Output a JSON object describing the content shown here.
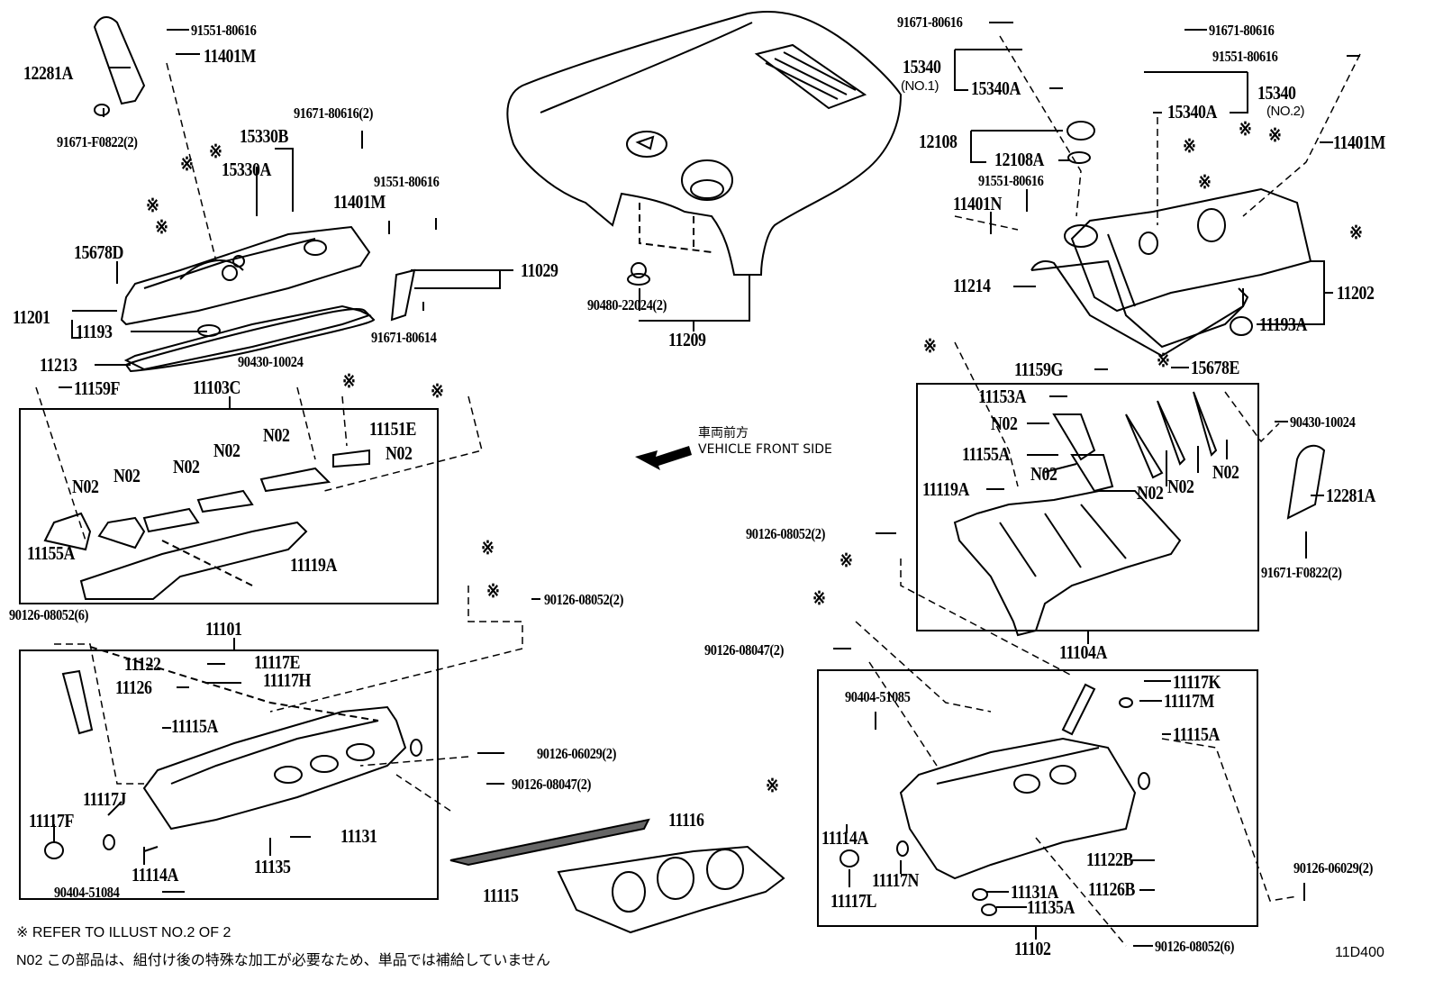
{
  "diagram": {
    "code": "11D400",
    "front_label_jp": "車両前方",
    "front_label_en": "VEHICLE FRONT SIDE",
    "notes": [
      "※ REFER TO ILLUST NO.2 OF 2",
      "N02 この部品は、組付け後の特殊な加工が必要なため、単品では補給していません"
    ],
    "ref_mark": "※"
  },
  "labels": {
    "l91551_80616_a": "91551-80616",
    "l11401M_a": "11401M",
    "l12281A_a": "12281A",
    "l91671_F0822_a": "91671-F0822(2)",
    "l91671_80616_2": "91671-80616(2)",
    "l15330B": "15330B",
    "l15330A": "15330A",
    "l91551_80616_b": "91551-80616",
    "l11401M_b": "11401M",
    "l15678D": "15678D",
    "l11029": "11029",
    "l11201": "11201",
    "l11193": "11193",
    "l91671_80614": "91671-80614",
    "l11213": "11213",
    "l90430_10024_a": "90430-10024",
    "l11159F": "11159F",
    "l11103C": "11103C",
    "l11151E": "11151E",
    "n02": "N02",
    "l11155A_a": "11155A",
    "l11119A_a": "11119A",
    "l90126_08052_6a": "90126-08052(6)",
    "l11101": "11101",
    "l90126_08052_2a": "90126-08052(2)",
    "l11122": "11122",
    "l11117E": "11117E",
    "l11126": "11126",
    "l11117H": "11117H",
    "l11115A_a": "11115A",
    "l90126_06029_a": "90126-06029(2)",
    "l90126_08047_a": "90126-08047(2)",
    "l11117J": "11117J",
    "l11117F": "11117F",
    "l11131": "11131",
    "l11114A_a": "11114A",
    "l11135": "11135",
    "l90404_51084": "90404-51084",
    "l11116": "11116",
    "l11115": "11115",
    "l90480_22024": "90480-22024(2)",
    "l11209": "11209",
    "l91671_80616_c": "91671-80616",
    "l15340_no1": "15340",
    "no1": "(NO.1)",
    "l15340A_a": "15340A",
    "l91671_80616_d": "91671-80616",
    "l91551_80616_c": "91551-80616",
    "l15340_no2": "15340",
    "no2": "(NO.2)",
    "l15340A_b": "15340A",
    "l12108": "12108",
    "l12108A": "12108A",
    "l91551_80616_d": "91551-80616",
    "l11401M_c": "11401M",
    "l11401N": "11401N",
    "l11214": "11214",
    "l11202": "11202",
    "l11193A": "11193A",
    "l11159G": "11159G",
    "l15678E": "15678E",
    "l11153A": "11153A",
    "l11155A_b": "11155A",
    "l11119A_b": "11119A",
    "l90430_10024_b": "90430-10024",
    "l12281A_b": "12281A",
    "l91671_F0822_b": "91671-F0822(2)",
    "l11104A": "11104A",
    "l90126_08052_2b": "90126-08052(2)",
    "l90126_08047_b": "90126-08047(2)",
    "l90404_51085": "90404-51085",
    "l11117K": "11117K",
    "l11117M": "11117M",
    "l11115A_b": "11115A",
    "l11114A_b": "11114A",
    "l11117N": "11117N",
    "l11117L": "11117L",
    "l11122B": "11122B",
    "l11126B": "11126B",
    "l11131A": "11131A",
    "l11135A": "11135A",
    "l90126_06029_b": "90126-06029(2)",
    "l11102": "11102",
    "l90126_08052_6b": "90126-08052(6)"
  }
}
